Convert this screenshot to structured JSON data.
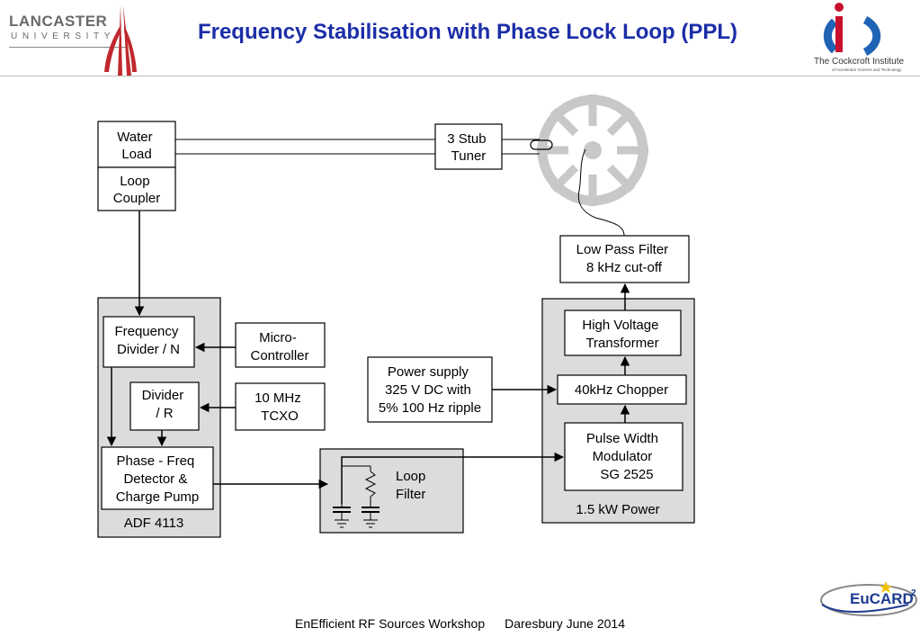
{
  "header": {
    "title": "Frequency Stabilisation with Phase Lock Loop (PPL)",
    "left_logo": {
      "name": "LANCASTER",
      "sub": "UNIVERSITY"
    },
    "right_logo": {
      "line1": "The Cockcroft Institute",
      "line2": "of Accelerator Science and Technology"
    }
  },
  "blocks": {
    "water_load": [
      "Water",
      "Load"
    ],
    "loop_coupler": [
      "Loop",
      "Coupler"
    ],
    "stub_tuner": [
      "3 Stub",
      "Tuner"
    ],
    "low_pass_filter": [
      "Low Pass Filter",
      "8 kHz cut-off"
    ],
    "freq_divider_n": [
      "Frequency",
      "Divider / N"
    ],
    "divider_r": [
      "Divider",
      "/ R"
    ],
    "phase_freq_detector": [
      "Phase - Freq",
      "Detector &",
      "Charge Pump"
    ],
    "micro_controller": [
      "Micro-",
      "Controller"
    ],
    "tcxo": [
      "10 MHz",
      "TCXO"
    ],
    "power_supply": [
      "Power supply",
      "325 V DC with",
      "5% 100 Hz ripple"
    ],
    "hv_transformer": [
      "High Voltage",
      "Transformer"
    ],
    "chopper": [
      "40kHz Chopper"
    ],
    "pwm": [
      "Pulse Width",
      "Modulator",
      "SG 2525"
    ],
    "loop_filter": [
      "Loop",
      "Filter"
    ]
  },
  "panels": {
    "adf": "ADF 4113",
    "power": "1.5 kW Power"
  },
  "footer": {
    "workshop": "EnEfficient RF Sources Workshop",
    "venue": "Daresbury June 2014"
  },
  "eucard": {
    "text": "EuCARD",
    "sup": "2"
  },
  "colors": {
    "title": "#1c2ea8",
    "panel": "#dcdcdc",
    "lancaster_red": "#c0282d",
    "cockcroft_blue": "#1e63b4",
    "cockcroft_red": "#c8102e"
  }
}
